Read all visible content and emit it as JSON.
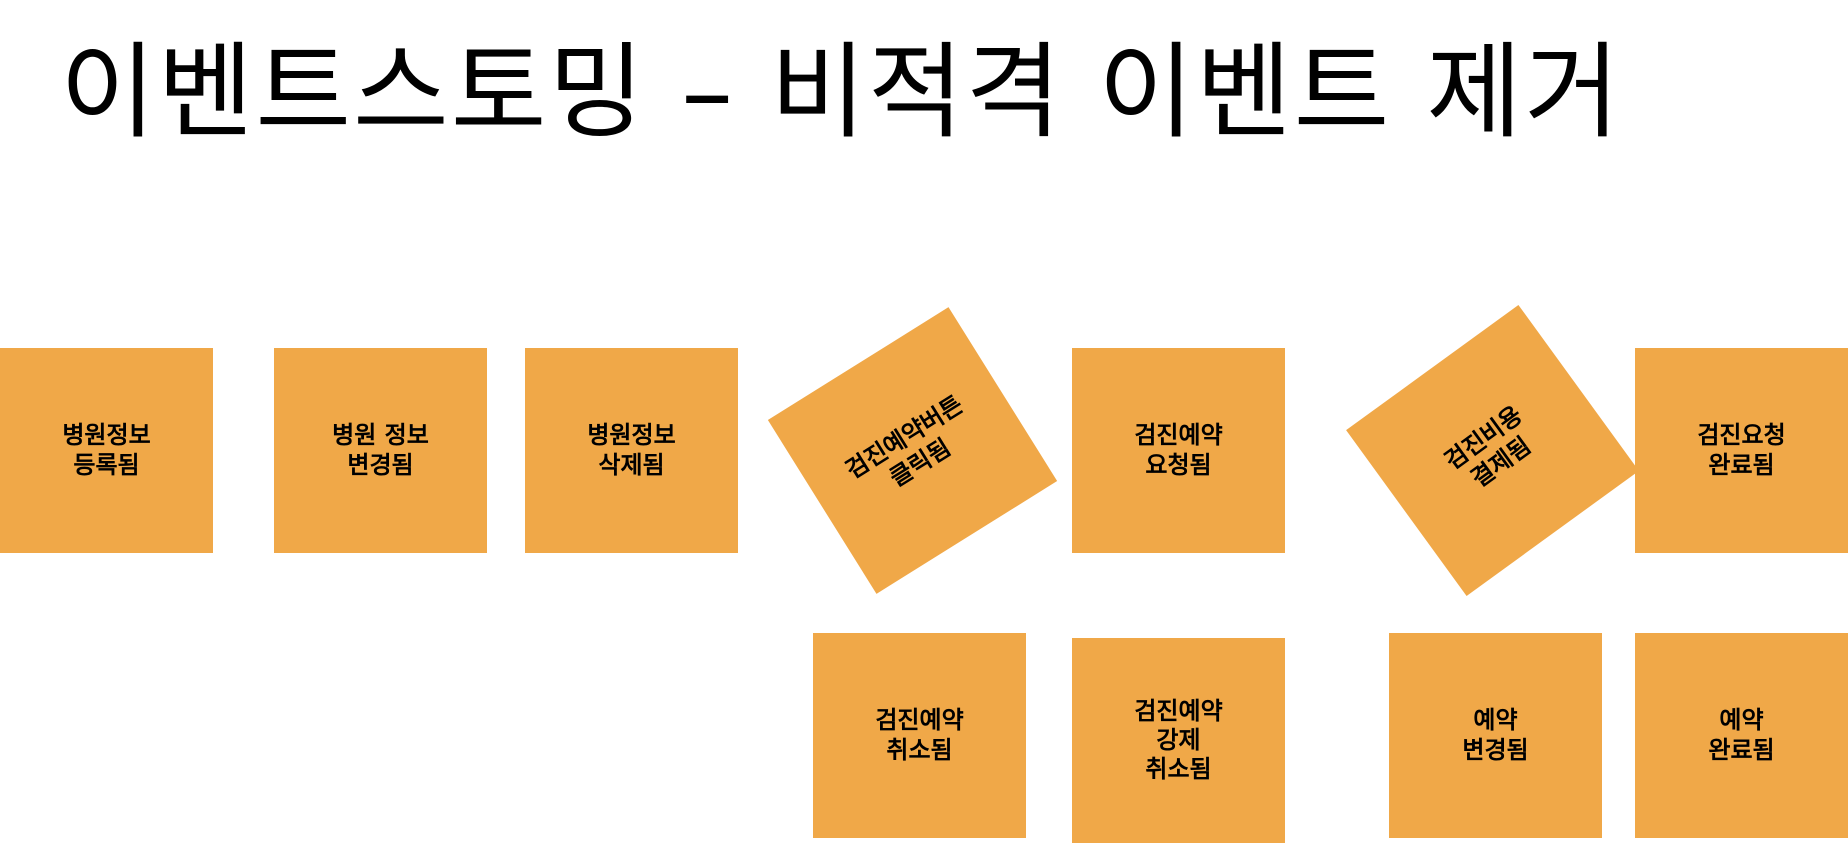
{
  "title": "이벤트스토밍 – 비적격 이벤트 제거",
  "colors": {
    "sticky": "#f0a848",
    "text": "#000000",
    "background": "#ffffff"
  },
  "notes": [
    {
      "id": "hospital-info-registered",
      "text": "병원정보\n등록됨"
    },
    {
      "id": "hospital-info-changed",
      "text": "병원 정보\n변경됨"
    },
    {
      "id": "hospital-info-deleted",
      "text": "병원정보\n삭제됨"
    },
    {
      "id": "checkup-button-clicked",
      "text": "검진예약버튼\n클릭됨"
    },
    {
      "id": "checkup-requested",
      "text": "검진예약\n요청됨"
    },
    {
      "id": "checkup-fee-paid",
      "text": "검진비용\n결제됨"
    },
    {
      "id": "checkup-request-completed",
      "text": "검진요청\n완료됨"
    },
    {
      "id": "checkup-cancelled",
      "text": "검진예약\n취소됨"
    },
    {
      "id": "checkup-force-cancelled",
      "text": "검진예약\n강제\n취소됨"
    },
    {
      "id": "reservation-changed",
      "text": "예약\n변경됨"
    },
    {
      "id": "reservation-completed",
      "text": "예약\n완료됨"
    }
  ]
}
